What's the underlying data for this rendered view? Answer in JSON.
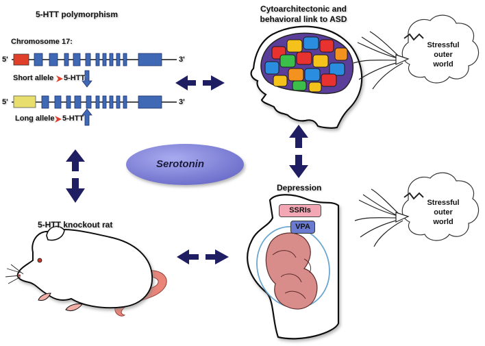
{
  "polymorphism": {
    "title": "5-HTT polymorphism",
    "chromosome_label": "Chromosome 17:",
    "five_prime": "5'",
    "three_prime": "3'",
    "short_allele_text": "Short allele",
    "long_allele_text": "Long allele",
    "target_text": "5-HTT",
    "short_promoter_color": "#e0402a",
    "long_promoter_color": "#e7de6e",
    "exon_color": "#3f69b5"
  },
  "asd": {
    "title_line1": "Cytoarchitectonic and",
    "title_line2": "behavioral link to ASD"
  },
  "center": {
    "label": "Serotonin",
    "color": "#7d7fd6"
  },
  "stress": [
    {
      "line1": "Stressful",
      "line2": "outer",
      "line3": "world"
    },
    {
      "line1": "Stressful",
      "line2": "outer",
      "line3": "world"
    }
  ],
  "depression": {
    "title": "Depression",
    "drug1": "SSRIs",
    "drug1_color": "#f3a7b4",
    "drug2": "VPA",
    "drug2_color": "#6b7bd0"
  },
  "rat": {
    "title": "5-HTT knockout rat",
    "tail_color": "#e98579"
  },
  "arrow_color": "#201e63"
}
